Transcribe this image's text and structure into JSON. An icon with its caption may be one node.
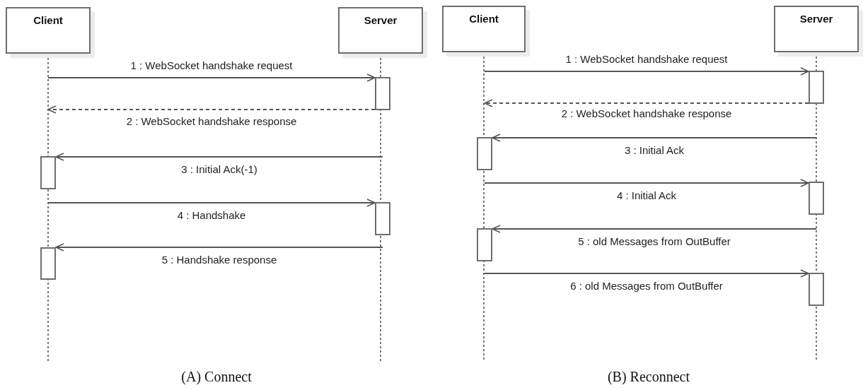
{
  "diagram": {
    "nodes": [
      {
        "text": [
          "Client"
        ]
      },
      {
        "text": [
          "Server"
        ]
      },
      {
        "text": [
          "Client"
        ]
      },
      {
        "text": [
          "Server"
        ]
      },
      {
        "text": [],
        "shape": "bar"
      },
      {
        "text": [],
        "shape": "bar"
      },
      {
        "text": [],
        "shape": "bar"
      },
      {
        "text": [],
        "shape": "bar"
      },
      {
        "text": [],
        "shape": "bar"
      },
      {
        "text": [],
        "shape": "bar"
      },
      {
        "text": [],
        "shape": "bar"
      },
      {
        "text": [],
        "shape": "bar"
      },
      {
        "text": [],
        "shape": "bar"
      }
    ],
    "edges": [
      {
        "from": null,
        "to": 4,
        "arrow": "to",
        "label": "1 : WebSocket handshake request"
      },
      {
        "from": 4,
        "to": null,
        "arrow": "to",
        "style": "dashed",
        "label": "2 : WebSocket handshake response"
      },
      {
        "from": null,
        "to": 5,
        "arrow": "to",
        "label": "3 : Initial Ack(-1)"
      },
      {
        "from": null,
        "to": 6,
        "arrow": "to",
        "label": "4 : Handshake"
      },
      {
        "from": null,
        "to": 7,
        "arrow": "to",
        "label": "5 : Handshake response"
      },
      {
        "from": null,
        "to": 8,
        "arrow": "to",
        "label": "1 : WebSocket handshake request"
      },
      {
        "from": 8,
        "to": null,
        "arrow": "to",
        "style": "dashed",
        "label": "2 : WebSocket handshake response"
      },
      {
        "from": null,
        "to": 9,
        "arrow": "to",
        "label": "3 : Initial Ack"
      },
      {
        "from": null,
        "to": 10,
        "arrow": "to",
        "label": "4 : Initial Ack"
      },
      {
        "from": null,
        "to": 11,
        "arrow": "to",
        "label": "5 : old Messages from OutBuffer"
      },
      {
        "from": null,
        "to": 12,
        "arrow": "to",
        "label": "6 : old Messages from OutBuffer"
      }
    ],
    "labels": [
      "(A) Connect",
      "(B) Reconnect"
    ]
  }
}
